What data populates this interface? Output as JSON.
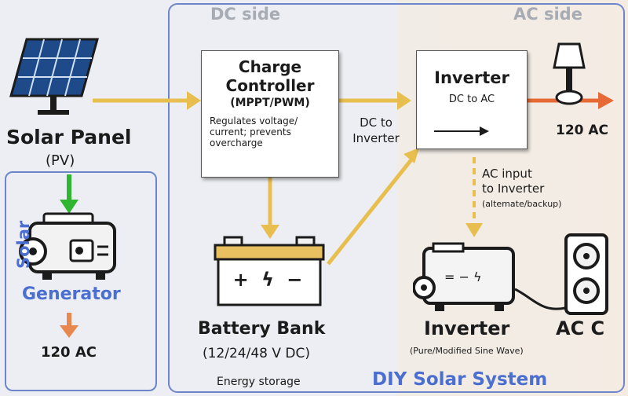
{
  "sections": {
    "dc_side": "DC side",
    "ac_side": "AC side"
  },
  "solar_panel": {
    "title": "Solar Panel",
    "subtitle": "(PV)"
  },
  "generator": {
    "label_line1": "Solar",
    "label_line2": "Generator",
    "output": "120 AC"
  },
  "charge_controller": {
    "title_line1": "Charge",
    "title_line2": "Controller",
    "mode": "(MPPT/PWM)",
    "desc_line1": "Regulates voltage/",
    "desc_line2": "current; prevents",
    "desc_line3": "overcharge"
  },
  "link_dc_to_inverter": {
    "line1": "DC to",
    "line2": "Inverter"
  },
  "inverter_top": {
    "title": "Inverter",
    "subtitle": "DC to AC",
    "output": "120 AC"
  },
  "ac_input_note": {
    "line1": "AC input",
    "line2": "to Inverter",
    "line3": "(altemate/backup)"
  },
  "battery": {
    "symbols": "+ ϟ −",
    "title": "Battery Bank",
    "voltage": "(12/24/48 V DC)",
    "desc": "Energy storage"
  },
  "inverter_bottom": {
    "title": "Inverter",
    "subtitle": "(Pure/Modified Sine Wave)"
  },
  "ac_outlet": {
    "label": "AC C"
  },
  "footer": {
    "title": "DIY Solar System"
  },
  "colors": {
    "arrow_yellow": "#e8bf4f",
    "arrow_green": "#2fb52f",
    "arrow_orange": "#e8874e",
    "arrow_red_orange": "#e66a35",
    "blue_label": "#4b6fd1",
    "frame_blue": "#6d86c9"
  },
  "icons": [
    "solar-panel-icon",
    "generator-icon",
    "battery-icon",
    "lamp-icon",
    "inverter-unit-icon",
    "ac-outlet-icon"
  ]
}
